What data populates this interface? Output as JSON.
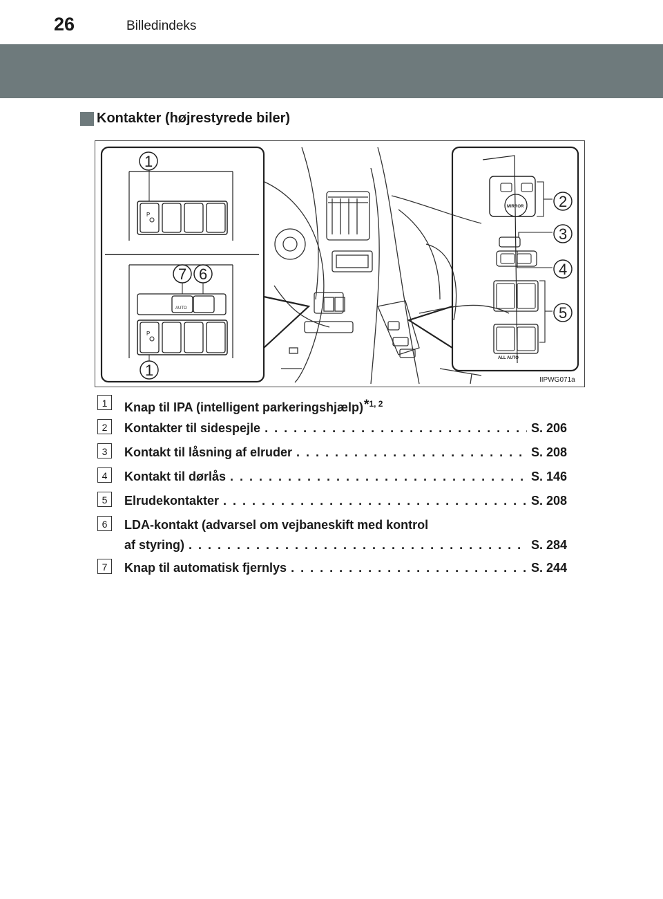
{
  "header": {
    "page_number": "26",
    "chapter_title": "Billedindeks"
  },
  "section": {
    "title": "Kontakter (højrestyrede biler)"
  },
  "figure": {
    "code": "IIPWG071a",
    "callouts": [
      "1",
      "2",
      "3",
      "4",
      "5",
      "6",
      "7",
      "1"
    ],
    "switch_labels": {
      "mirror": "MIRROR",
      "all_auto": "ALL AUTO",
      "auto": "AUTO",
      "p": "P"
    }
  },
  "items": [
    {
      "num": "1",
      "label": "Knap til IPA (intelligent parkeringshjælp)",
      "note": "1, 2"
    },
    {
      "num": "2",
      "label": "Kontakter til sidespejle",
      "page": "S. 206"
    },
    {
      "num": "3",
      "label": "Kontakt til låsning af elruder",
      "page": "S. 208"
    },
    {
      "num": "4",
      "label": "Kontakt til dørlås",
      "page": "S. 146"
    },
    {
      "num": "5",
      "label": "Elrudekontakter",
      "page": "S. 208"
    },
    {
      "num": "6",
      "label_line1": "LDA-kontakt (advarsel om vejbaneskift med kontrol",
      "label_line2": "af styring)",
      "page": "S. 284"
    },
    {
      "num": "7",
      "label": "Knap til automatisk fjernlys",
      "page": "S. 244"
    }
  ]
}
